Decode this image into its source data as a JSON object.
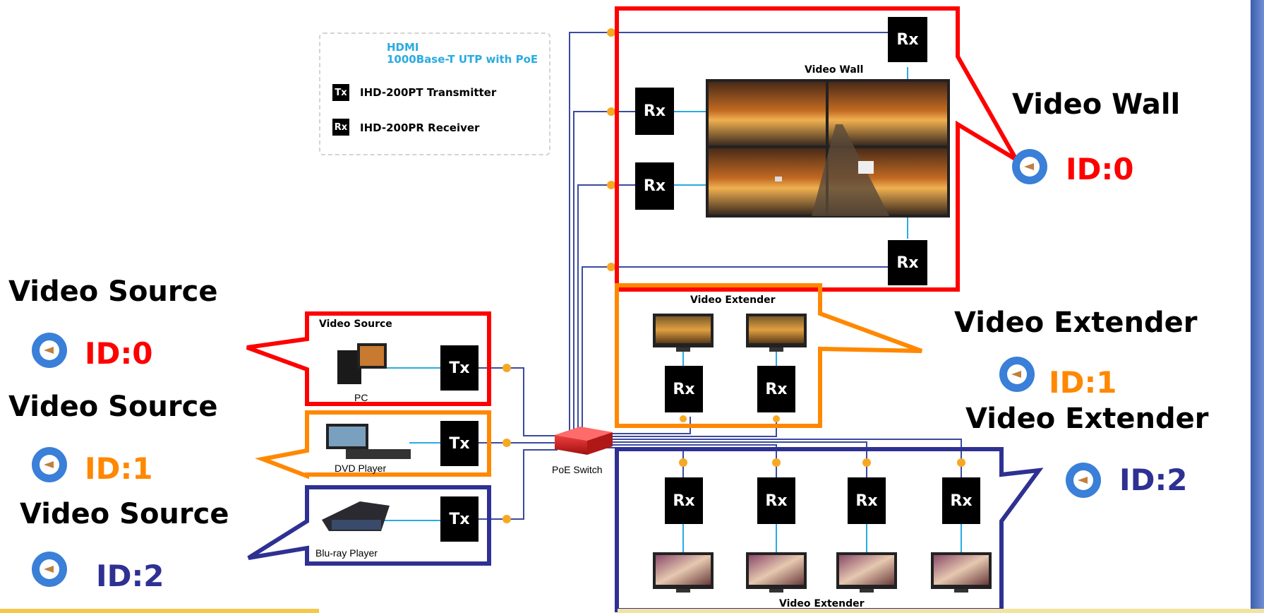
{
  "legend": {
    "hdmi": "HDMI",
    "utp": "1000Base-T UTP with PoE",
    "tx_tag": "Tx",
    "tx_label": "IHD-200PT Transmitter",
    "rx_tag": "Rx",
    "rx_label": "IHD-200PR Receiver"
  },
  "sources": {
    "heading": "Video Source",
    "inner_heading": "Video Source",
    "ids": [
      "ID:0",
      "ID:1",
      "ID:2"
    ],
    "devices": [
      "PC",
      "DVD Player",
      "Blu-ray Player"
    ]
  },
  "tx_label": "Tx",
  "rx_label": "Rx",
  "switch_label": "PoE Switch",
  "wall": {
    "title": "Video Wall",
    "heading": "Video Wall",
    "id": "ID:0"
  },
  "extender1": {
    "title": "Video Extender",
    "heading": "Video Extender",
    "id": "ID:1"
  },
  "extender2": {
    "title": "Video Extender",
    "heading": "Video Extender",
    "id": "ID:2"
  },
  "colors": {
    "red": "#ff0000",
    "orange": "#ff8800",
    "navy": "#2e3192",
    "hdmi": "#29abe2",
    "utp": "#3b4aa0",
    "dot": "#f7a823"
  }
}
